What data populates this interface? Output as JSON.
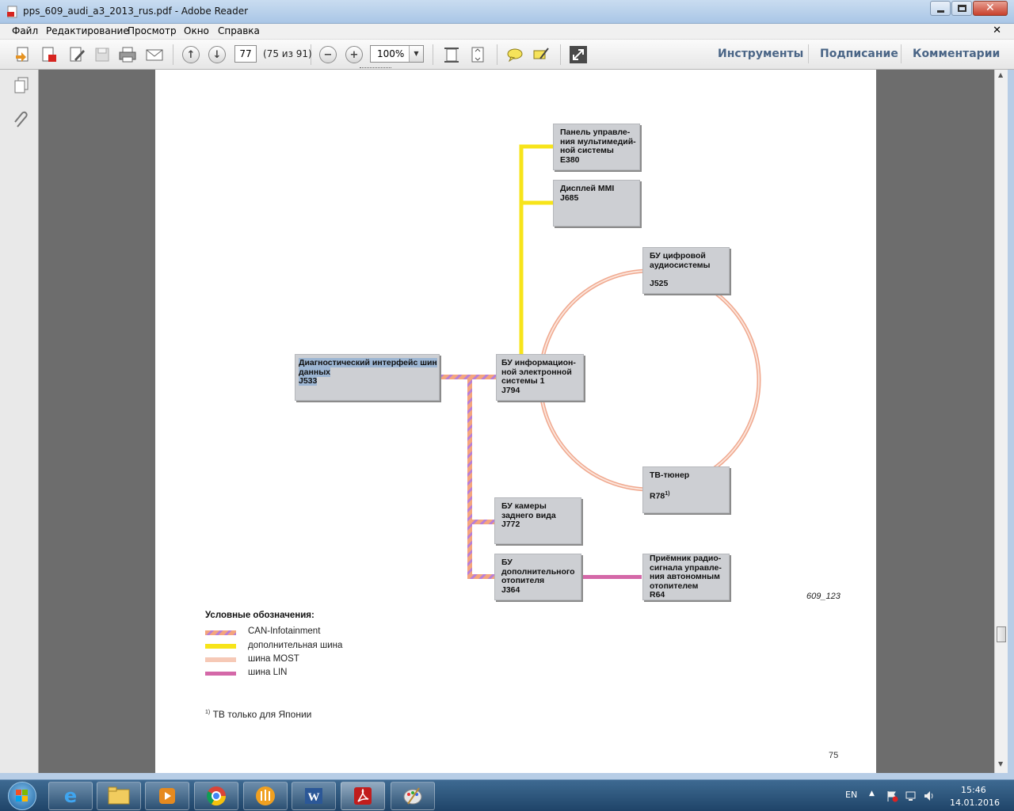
{
  "window": {
    "title": "pps_609_audi_a3_2013_rus.pdf - Adobe Reader"
  },
  "menu": [
    "Файл",
    "Редактирование",
    "Просмотр",
    "Окно",
    "Справка"
  ],
  "toolbar": {
    "page_number": "77",
    "page_count": "(75 из 91)",
    "zoom": "100%",
    "tabs": [
      "Инструменты",
      "Подписание",
      "Комментарии"
    ]
  },
  "diagram": {
    "boxes": {
      "e380": "Панель управле-\nния мультимедий-\nной системы\nE380",
      "j685": "Дисплей MMI\nJ685",
      "j525": "БУ цифровой\nаудиосистемы\n\nJ525",
      "j533_title": "Диагностический интерфейс шин\nданных",
      "j533_code": "J533",
      "j794": "БУ информацион-\nной электронной\nсистемы 1\nJ794",
      "r78_title": "ТВ-тюнер",
      "r78_code": "R78",
      "r78_note": "1)",
      "j772": "БУ камеры\nзаднего вида\nJ772",
      "j364": "БУ\nдополнительного\nотопителя\nJ364",
      "r64": "Приёмник радио-\nсигнала управле-\nния автономным\nотопителем\nR64"
    },
    "figure_id": "609_123",
    "legend": {
      "title": "Условные обозначения:",
      "items": [
        {
          "label": "CAN-Infotainment",
          "color": "#f08a6f"
        },
        {
          "label": "дополнительная шина",
          "color": "#f5e21a"
        },
        {
          "label": "шина MOST",
          "color": "#f6c9b6"
        },
        {
          "label": "шина LIN",
          "color": "#d468a8"
        }
      ]
    },
    "footnote_mark": "1)",
    "footnote": "ТВ только для Японии",
    "page_number": "75"
  },
  "taskbar": {
    "lang": "EN",
    "time": "15:46",
    "date": "14.01.2016"
  }
}
